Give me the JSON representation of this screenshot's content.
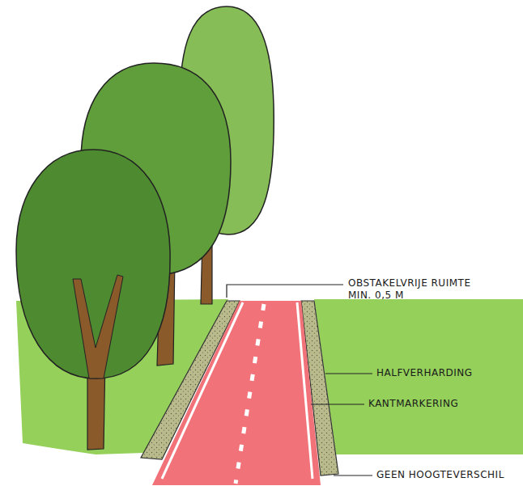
{
  "diagram": {
    "labels": [
      "OBSTAKELVRIJE RUIMTE MIN. 0,5 M",
      "HALFVERHARDING",
      "KANTMARKERING",
      "GEEN HOOGTEVERSCHIL"
    ]
  }
}
